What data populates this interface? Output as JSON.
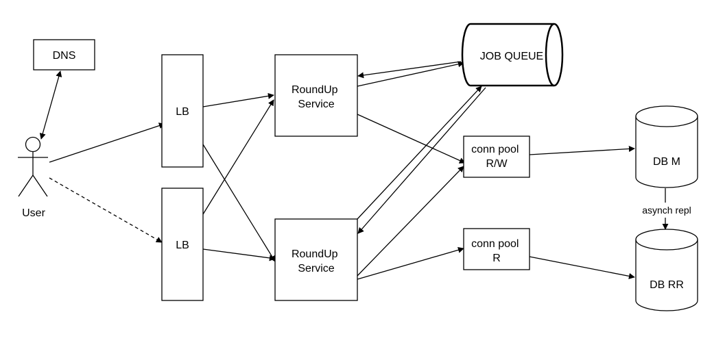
{
  "nodes": {
    "dns": "DNS",
    "user": "User",
    "lb_top": "LB",
    "lb_bottom": "LB",
    "svc_top": [
      "RoundUp",
      "Service"
    ],
    "svc_bottom": [
      "RoundUp",
      "Service"
    ],
    "job_queue": "JOB QUEUE",
    "pool_rw": [
      "conn pool",
      "R/W"
    ],
    "pool_r": [
      "conn pool",
      "R"
    ],
    "db_master": "DB M",
    "db_replica": "DB RR"
  },
  "edges": {
    "replication_label": "asynch repl"
  }
}
